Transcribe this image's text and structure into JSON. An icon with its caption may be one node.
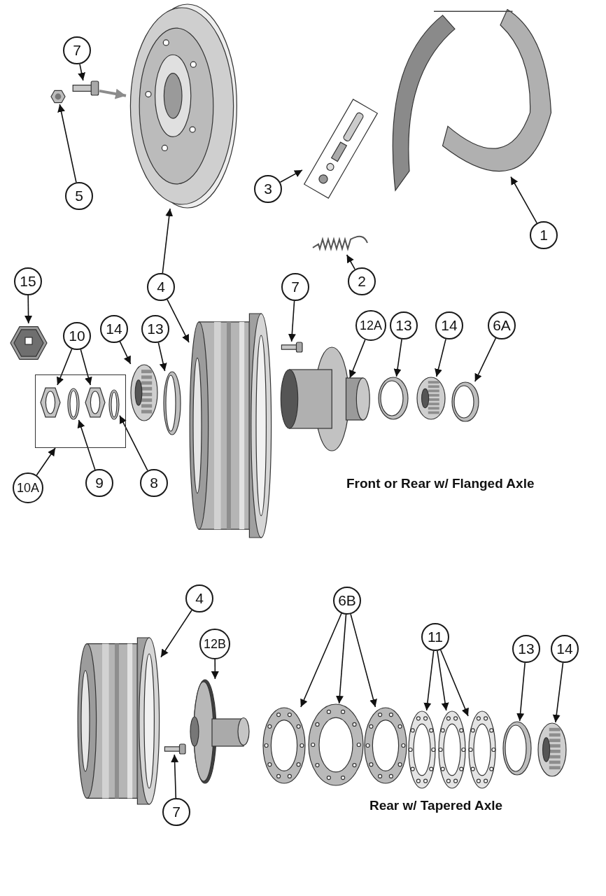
{
  "diagram": {
    "nodes": [
      {
        "text": [
          "7"
        ]
      },
      {
        "text": [
          "5"
        ]
      },
      {
        "text": [
          "3"
        ]
      },
      {
        "text": [
          "2"
        ]
      },
      {
        "text": [
          "1"
        ]
      },
      {
        "text": [
          "4"
        ]
      },
      {
        "text": [
          "15"
        ]
      },
      {
        "text": [
          "10"
        ]
      },
      {
        "text": [
          "14"
        ]
      },
      {
        "text": [
          "13"
        ]
      },
      {
        "text": [
          "7"
        ]
      },
      {
        "text": [
          "12A"
        ]
      },
      {
        "text": [
          "13"
        ]
      },
      {
        "text": [
          "14"
        ]
      },
      {
        "text": [
          "6A"
        ]
      },
      {
        "text": [
          "9"
        ]
      },
      {
        "text": [
          "8"
        ]
      },
      {
        "text": [
          "10A"
        ]
      },
      {
        "text": [
          "4"
        ]
      },
      {
        "text": [
          "6B"
        ]
      },
      {
        "text": [
          "11"
        ]
      },
      {
        "text": [
          "12B"
        ]
      },
      {
        "text": [
          "13"
        ]
      },
      {
        "text": [
          "14"
        ]
      },
      {
        "text": [
          "7"
        ]
      },
      {
        "text": [],
        "shape": "picture"
      },
      {
        "text": [],
        "shape": "picture"
      },
      {
        "text": [],
        "shape": "picture"
      },
      {
        "text": [],
        "shape": "picture"
      },
      {
        "text": [],
        "shape": "picture"
      },
      {
        "text": [],
        "shape": "picture"
      },
      {
        "text": [],
        "shape": "picture"
      },
      {
        "text": [],
        "shape": "box"
      },
      {
        "text": [],
        "shape": "picture",
        "in": 32
      },
      {
        "text": [],
        "shape": "picture",
        "in": 32
      },
      {
        "text": [],
        "shape": "picture",
        "in": 32
      },
      {
        "text": [],
        "shape": "picture",
        "in": 32
      },
      {
        "text": [],
        "shape": "picture"
      },
      {
        "text": [],
        "shape": "picture"
      },
      {
        "text": [],
        "shape": "picture"
      },
      {
        "text": [],
        "shape": "picture"
      },
      {
        "text": [],
        "shape": "picture"
      },
      {
        "text": [],
        "shape": "picture"
      },
      {
        "text": [],
        "shape": "picture"
      },
      {
        "text": [],
        "shape": "picture"
      },
      {
        "text": [],
        "shape": "picture"
      },
      {
        "text": [],
        "shape": "picture"
      },
      {
        "text": [],
        "shape": "picture"
      },
      {
        "text": [],
        "shape": "picture"
      },
      {
        "text": [],
        "shape": "picture"
      },
      {
        "text": [],
        "shape": "picture"
      },
      {
        "text": [],
        "shape": "picture"
      },
      {
        "text": [],
        "shape": "picture"
      },
      {
        "text": [],
        "shape": "picture"
      },
      {
        "text": [],
        "shape": "picture"
      },
      {
        "text": [],
        "shape": "picture"
      }
    ],
    "edges": [
      {
        "from": 0,
        "to": 26,
        "arrow": "to"
      },
      {
        "from": 26,
        "to": 27,
        "arrow": "to",
        "style": "thick",
        "color": "#8c8c8c"
      },
      {
        "from": 1,
        "to": 25,
        "arrow": "to"
      },
      {
        "from": 5,
        "to": 27,
        "arrow": "to"
      },
      {
        "from": 5,
        "to": 39,
        "arrow": "to"
      },
      {
        "from": 2,
        "to": 28,
        "arrow": "to"
      },
      {
        "from": 3,
        "to": 29,
        "arrow": "to"
      },
      {
        "from": 4,
        "to": 30,
        "arrow": "to"
      },
      {
        "from": 6,
        "to": 31,
        "arrow": "to"
      },
      {
        "from": 7,
        "to": 33,
        "arrow": "to"
      },
      {
        "from": 7,
        "to": 35,
        "arrow": "to"
      },
      {
        "from": 8,
        "to": 37,
        "arrow": "to"
      },
      {
        "from": 9,
        "to": 38,
        "arrow": "to"
      },
      {
        "from": 17,
        "to": 32,
        "arrow": "to"
      },
      {
        "from": 15,
        "to": 34,
        "arrow": "to"
      },
      {
        "from": 16,
        "to": 36,
        "arrow": "to"
      },
      {
        "from": 10,
        "to": 40,
        "arrow": "to"
      },
      {
        "from": 11,
        "to": 41,
        "arrow": "to"
      },
      {
        "from": 12,
        "to": 42,
        "arrow": "to"
      },
      {
        "from": 13,
        "to": 43,
        "arrow": "to"
      },
      {
        "from": 14,
        "to": 44,
        "arrow": "to"
      },
      {
        "from": 18,
        "to": 45,
        "arrow": "to"
      },
      {
        "from": 21,
        "to": 46,
        "arrow": "to"
      },
      {
        "from": 24,
        "to": 47,
        "arrow": "to"
      },
      {
        "from": 19,
        "to": 48,
        "arrow": "to"
      },
      {
        "from": 19,
        "to": 49,
        "arrow": "to"
      },
      {
        "from": 19,
        "to": 50,
        "arrow": "to"
      },
      {
        "from": 20,
        "to": 51,
        "arrow": "to"
      },
      {
        "from": 20,
        "to": 52,
        "arrow": "to"
      },
      {
        "from": 20,
        "to": 53,
        "arrow": "to"
      },
      {
        "from": 22,
        "to": 54,
        "arrow": "to"
      },
      {
        "from": 23,
        "to": 55,
        "arrow": "to"
      }
    ],
    "labels": [
      "Front or Rear w/ Flanged Axle",
      "Rear w/ Tapered Axle"
    ]
  }
}
